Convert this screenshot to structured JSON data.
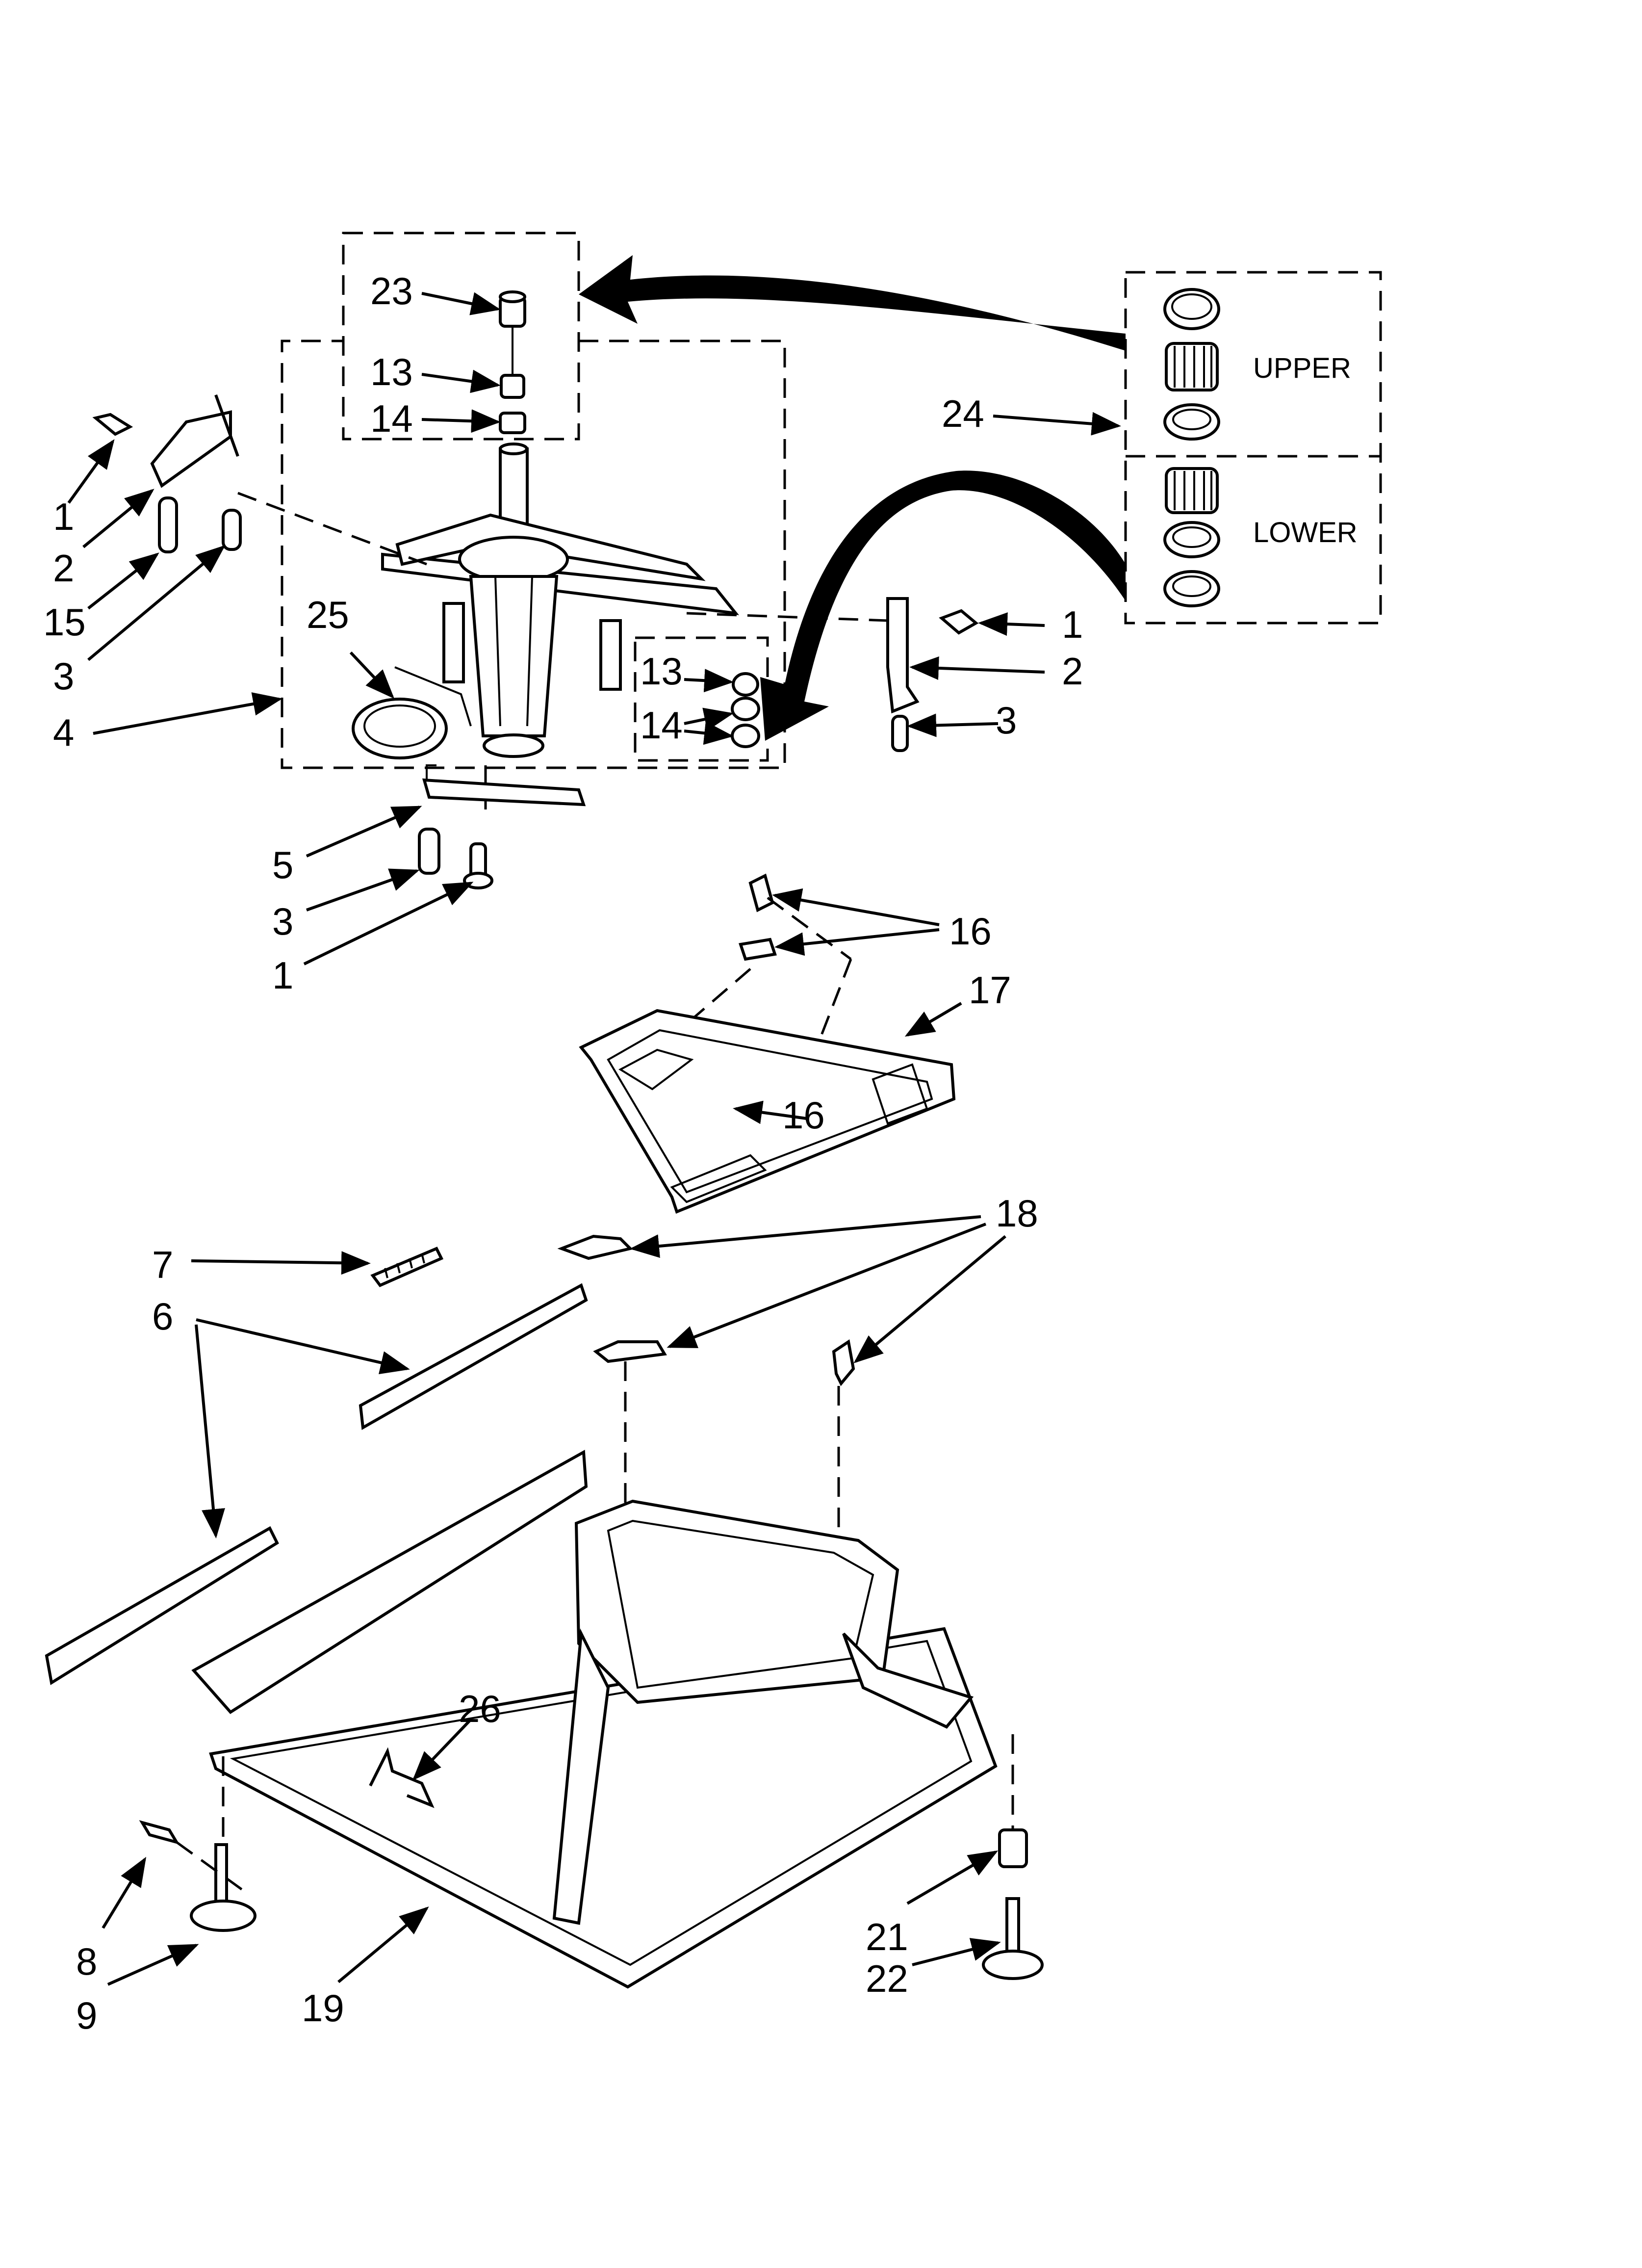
{
  "labels": {
    "p1": "1",
    "p2": "2",
    "p3": "3",
    "p4": "4",
    "p5": "5",
    "p6": "6",
    "p7": "7",
    "p8": "8",
    "p9": "9",
    "p13": "13",
    "p14": "14",
    "p15": "15",
    "p16": "16",
    "p17": "17",
    "p18": "18",
    "p19": "19",
    "p21": "21",
    "p22": "22",
    "p23": "23",
    "p24": "24",
    "p25": "25",
    "p26": "26"
  },
  "kit": {
    "upper": "UPPER",
    "lower": "LOWER"
  }
}
